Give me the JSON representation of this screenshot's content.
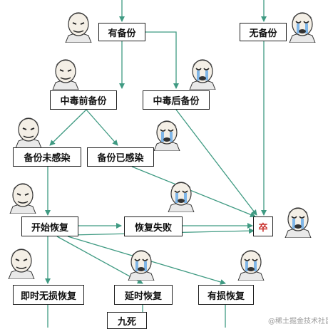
{
  "nodes": {
    "has_backup": "有备份",
    "no_backup": "无备份",
    "infected_pre": "中毒前备份",
    "infected_post": "中毒后备份",
    "backup_clean": "备份未感染",
    "backup_infected": "备份已感染",
    "start_restore": "开始恢复",
    "restore_failed": "恢复失败",
    "dead": "卒",
    "instant_restore": "即时无损恢复",
    "delayed_restore": "延时恢复",
    "lossy_restore": "有损恢复",
    "nine_deaths": "九死"
  },
  "watermark": "@稀土掘金技术社区",
  "colors": {
    "arrow": "#3f9a82",
    "border": "#1f1f1f",
    "danger": "#c9302c"
  },
  "icon_names": [
    "meme-face-smug-icon",
    "meme-face-crying-icon"
  ]
}
